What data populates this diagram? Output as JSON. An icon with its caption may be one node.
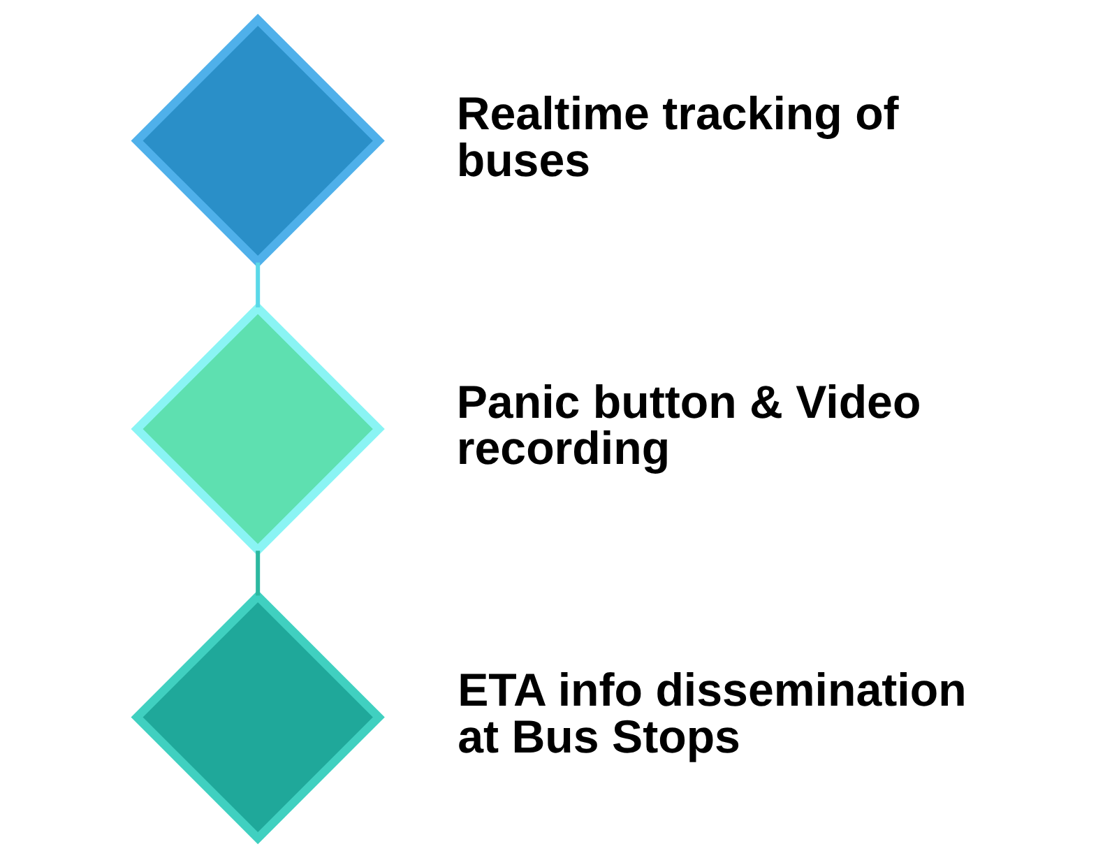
{
  "diagram": {
    "nodes": [
      {
        "text": [],
        "shape": "diamond",
        "beside": [
          "Realtime tracking of buses"
        ]
      },
      {
        "text": [],
        "shape": "diamond",
        "beside": [
          "Panic button & Video recording"
        ]
      },
      {
        "text": [],
        "shape": "diamond",
        "beside": [
          "ETA info dissemination at Bus Stops"
        ]
      }
    ],
    "edges": [
      {
        "from": 0,
        "to": 1,
        "arrow": "none",
        "color": "#5ad8e8"
      },
      {
        "from": 1,
        "to": 2,
        "arrow": "none",
        "color": "#2cb8a0"
      }
    ]
  }
}
